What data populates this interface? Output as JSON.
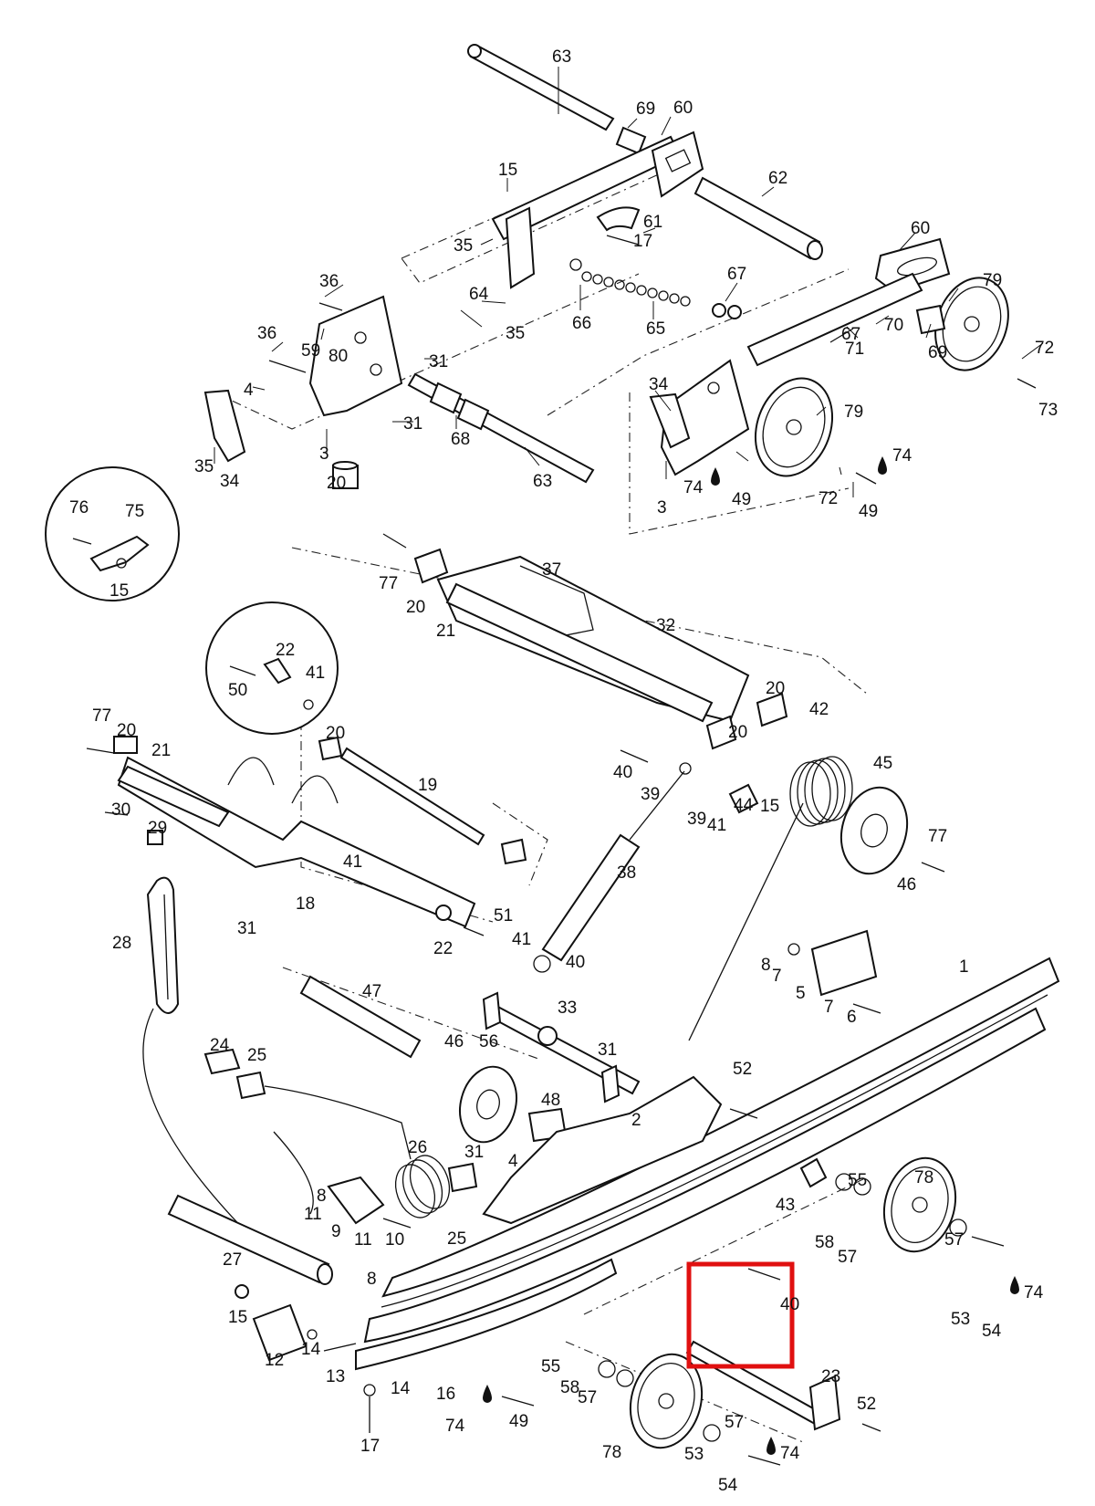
{
  "diagram": {
    "part_labels": [
      "1",
      "2",
      "3",
      "3",
      "4",
      "4",
      "5",
      "6",
      "7",
      "7",
      "8",
      "8",
      "8",
      "9",
      "10",
      "11",
      "11",
      "12",
      "13",
      "14",
      "14",
      "15",
      "15",
      "15",
      "15",
      "16",
      "17",
      "17",
      "18",
      "19",
      "20",
      "20",
      "20",
      "20",
      "20",
      "20",
      "21",
      "21",
      "22",
      "22",
      "23",
      "24",
      "25",
      "25",
      "26",
      "27",
      "28",
      "29",
      "30",
      "31",
      "31",
      "31",
      "31",
      "31",
      "32",
      "33",
      "34",
      "34",
      "35",
      "35",
      "35",
      "36",
      "36",
      "37",
      "38",
      "39",
      "39",
      "40",
      "40",
      "40",
      "41",
      "41",
      "41",
      "41",
      "42",
      "43",
      "44",
      "45",
      "46",
      "46",
      "47",
      "48",
      "49",
      "49",
      "49",
      "50",
      "51",
      "52",
      "52",
      "53",
      "53",
      "54",
      "54",
      "55",
      "55",
      "56",
      "57",
      "57",
      "57",
      "57",
      "58",
      "58",
      "59",
      "60",
      "60",
      "61",
      "62",
      "63",
      "63",
      "64",
      "65",
      "66",
      "67",
      "67",
      "68",
      "69",
      "69",
      "70",
      "71",
      "72",
      "72",
      "73",
      "74",
      "74",
      "74",
      "74",
      "74",
      "75",
      "76",
      "77",
      "77",
      "77",
      "78",
      "78",
      "79",
      "79",
      "80"
    ],
    "lubricant_icon": "oil-drop-icon",
    "highlight_color": "#e01010"
  }
}
